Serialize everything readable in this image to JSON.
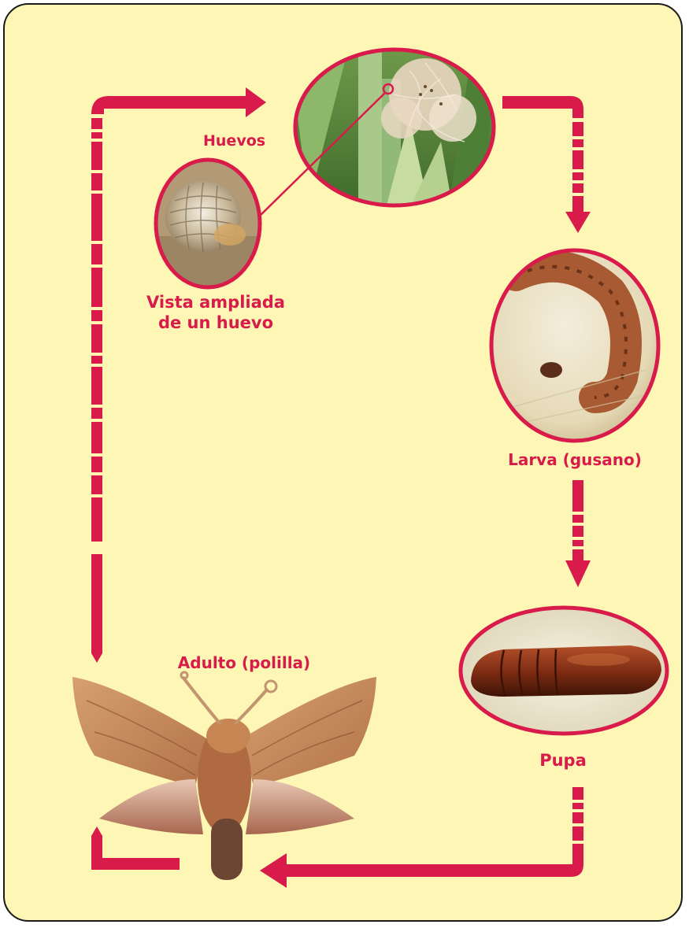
{
  "title": "",
  "colors": {
    "background": "#fdf6b4",
    "border": "#1a1a1a",
    "accent": "#d81b4a"
  },
  "stages": {
    "eggs": {
      "label": "Huevos",
      "image": "corn-silk-with-eggs-photo"
    },
    "egg_zoom": {
      "label_line1": "Vista ampliada",
      "label_line2": "de un huevo",
      "image": "magnified-egg-photo"
    },
    "larva": {
      "label": "Larva (gusano)",
      "image": "caterpillar-photo"
    },
    "pupa": {
      "label": "Pupa",
      "image": "brown-pupa-photo"
    },
    "adult": {
      "label": "Adulto (polilla)",
      "image": "moth-photo"
    }
  }
}
